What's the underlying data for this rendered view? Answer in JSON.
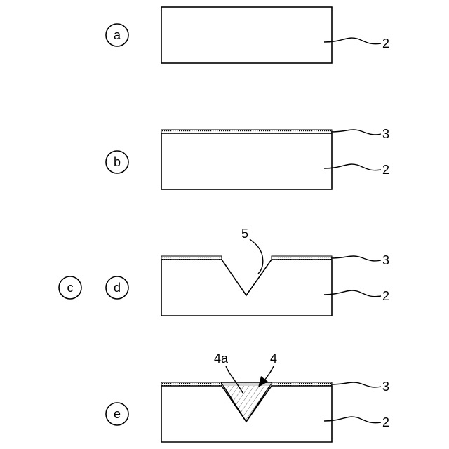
{
  "figure": {
    "panels": [
      {
        "id": "a",
        "label": "a",
        "leaders": [
          "2"
        ]
      },
      {
        "id": "b",
        "label": "b",
        "leaders": [
          "3",
          "2"
        ]
      },
      {
        "id": "cd",
        "labels": [
          "c",
          "d"
        ],
        "leaders": [
          "5",
          "3",
          "2"
        ]
      },
      {
        "id": "e",
        "label": "e",
        "leaders": [
          "4a",
          "4",
          "3",
          "2"
        ]
      }
    ],
    "ref": {
      "substrate": "2",
      "layer": "3",
      "fill": "4",
      "fill_region": "4a",
      "groove": "5"
    }
  }
}
